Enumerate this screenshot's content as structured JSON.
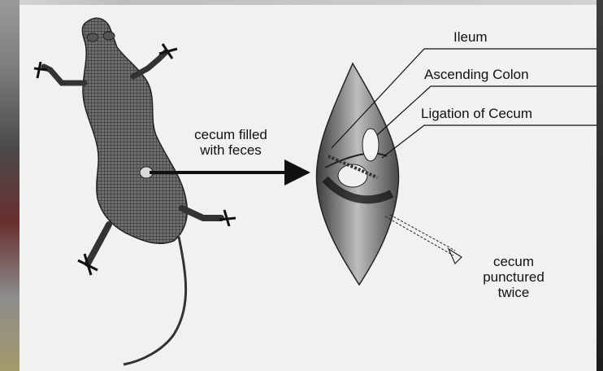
{
  "labels": {
    "ileum": "Ileum",
    "ascending_colon": "Ascending Colon",
    "ligation": "Ligation of Cecum",
    "cecum_filled": "cecum filled",
    "with_feces": "with feces",
    "punctured_l1": "cecum",
    "punctured_l2": "punctured",
    "punctured_l3": "twice"
  }
}
